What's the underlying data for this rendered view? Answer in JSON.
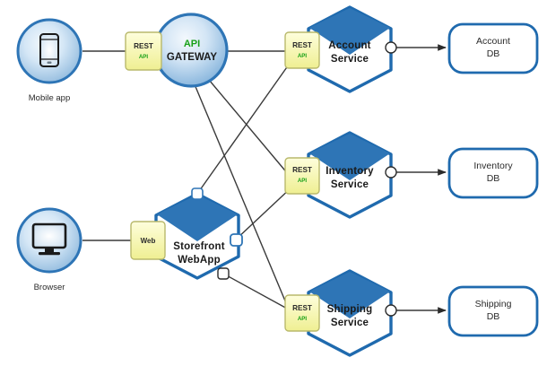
{
  "diagram": {
    "title": "Microservices architecture diagram",
    "background": "#ffffff",
    "colors": {
      "service_blue": "#2E75B6",
      "service_blue_dark": "#1F6AAE",
      "badge_yellow_light": "#FCFCC8",
      "badge_yellow": "#F2F2A0",
      "badge_border": "#B8B86A",
      "green_text": "#17A017",
      "line_gray": "#3A3A3A",
      "db_border": "#1F6AAE",
      "circle_ring": "#2E75B6"
    },
    "actors": [
      {
        "id": "mobile-app",
        "caption": "Mobile app",
        "icon": "smartphone-icon"
      },
      {
        "id": "browser",
        "caption": "Browser",
        "icon": "monitor-icon"
      }
    ],
    "gateway": {
      "id": "api-gateway",
      "line1": "API",
      "line2": "GATEWAY"
    },
    "badges": [
      {
        "id": "badge-rest-gateway",
        "primary": "REST",
        "secondary": "API"
      },
      {
        "id": "badge-rest-account",
        "primary": "REST",
        "secondary": "API"
      },
      {
        "id": "badge-rest-inventory",
        "primary": "REST",
        "secondary": "API"
      },
      {
        "id": "badge-rest-shipping",
        "primary": "REST",
        "secondary": "API"
      },
      {
        "id": "badge-web-storefront",
        "primary": "Web",
        "secondary": ""
      }
    ],
    "services": [
      {
        "id": "account-service",
        "line1": "Account",
        "line2": "Service"
      },
      {
        "id": "inventory-service",
        "line1": "Inventory",
        "line2": "Service"
      },
      {
        "id": "shipping-service",
        "line1": "Shipping",
        "line2": "Service"
      },
      {
        "id": "storefront-webapp",
        "line1": "Storefront",
        "line2": "WebApp"
      }
    ],
    "databases": [
      {
        "id": "account-db",
        "line1": "Account",
        "line2": "DB"
      },
      {
        "id": "inventory-db",
        "line1": "Inventory",
        "line2": "DB"
      },
      {
        "id": "shipping-db",
        "line1": "Shipping",
        "line2": "DB"
      }
    ],
    "connections": [
      {
        "from": "mobile-app",
        "to": "badge-rest-gateway",
        "arrow": false
      },
      {
        "from": "browser",
        "to": "badge-web-storefront",
        "arrow": false
      },
      {
        "from": "api-gateway",
        "to": "badge-rest-account",
        "arrow": false
      },
      {
        "from": "api-gateway",
        "to": "badge-rest-inventory",
        "arrow": false
      },
      {
        "from": "api-gateway",
        "to": "badge-rest-shipping",
        "arrow": false
      },
      {
        "from": "storefront-webapp",
        "to": "badge-rest-account",
        "arrow": false
      },
      {
        "from": "storefront-webapp",
        "to": "badge-rest-inventory",
        "arrow": false
      },
      {
        "from": "storefront-webapp",
        "to": "badge-rest-shipping",
        "arrow": false
      },
      {
        "from": "account-service",
        "to": "account-db",
        "arrow": true
      },
      {
        "from": "inventory-service",
        "to": "inventory-db",
        "arrow": true
      },
      {
        "from": "shipping-service",
        "to": "shipping-db",
        "arrow": true
      }
    ]
  }
}
